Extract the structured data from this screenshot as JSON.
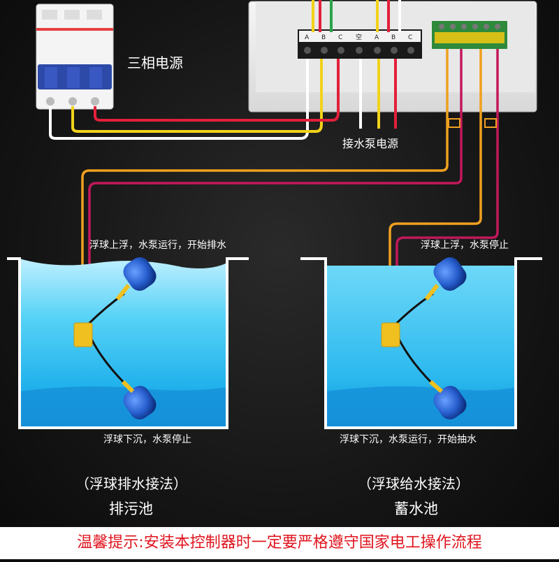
{
  "power_label": "三相电源",
  "pump_power_label": "接水泵电源",
  "terminal_labels": [
    "A",
    "B",
    "C",
    "空",
    "A",
    "B",
    "C"
  ],
  "sewage_tank": {
    "float_up_note": "浮球上浮，水泵运行，开始排水",
    "float_down_note": "浮球下沉，水泵停止",
    "method": "（浮球排水接法）",
    "name": "排污池"
  },
  "storage_tank": {
    "float_up_note": "浮球上浮，水泵停止",
    "float_down_note": "浮球下沉，水泵运行，开始抽水",
    "method": "（浮球给水接法）",
    "name": "蓄水池"
  },
  "footer_warning": "温馨提示:安装本控制器时一定要严格遵守国家电工操作流程",
  "colors": {
    "wire_white": "#ffffff",
    "wire_yellow": "#f2d21a",
    "wire_red": "#e2203a",
    "wire_orange": "#f0a020",
    "water_light": "#38c8f0",
    "water_deep": "#1290d8",
    "float_blue": "#1f5fc8",
    "float_yellow": "#f0c020",
    "footer_text": "#e0141e"
  }
}
